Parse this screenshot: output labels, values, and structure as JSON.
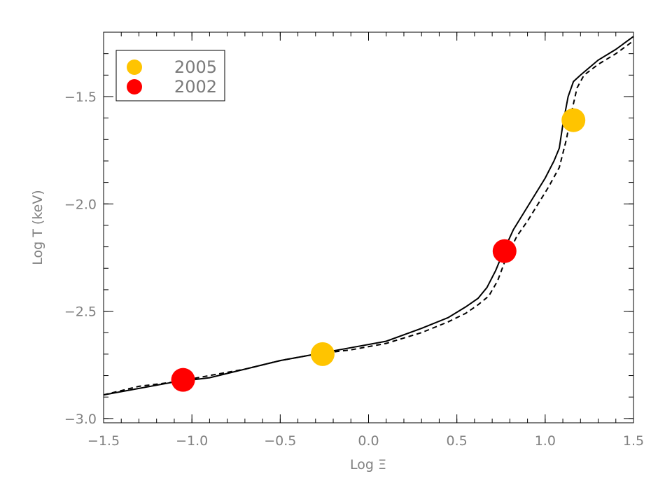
{
  "chart_data": {
    "type": "line",
    "xlabel": "Log Ξ",
    "ylabel": "Log T (keV)",
    "xlim": [
      -1.5,
      1.5
    ],
    "ylim": [
      -3.02,
      -1.2
    ],
    "xticks": [
      -1.5,
      -1.0,
      -0.5,
      0.0,
      0.5,
      1.0,
      1.5
    ],
    "xtick_labels": [
      "−1.5",
      "−1.0",
      "−0.5",
      "0.0",
      "0.5",
      "1.0",
      "1.5"
    ],
    "yticks": [
      -3.0,
      -2.5,
      -2.0,
      -1.5
    ],
    "ytick_labels": [
      "−3.0",
      "−2.5",
      "−2.0",
      "−1.5"
    ],
    "grid": false,
    "legend_position": "top-left",
    "series": [
      {
        "style": "solid",
        "color": "#000000",
        "x": [
          -1.5,
          -1.3,
          -1.1,
          -0.9,
          -0.7,
          -0.5,
          -0.3,
          -0.1,
          0.1,
          0.3,
          0.45,
          0.55,
          0.62,
          0.67,
          0.72,
          0.77,
          0.82,
          0.88,
          0.94,
          1.0,
          1.05,
          1.08,
          1.1,
          1.13,
          1.16,
          1.2,
          1.3,
          1.4,
          1.5
        ],
        "y": [
          -2.89,
          -2.86,
          -2.83,
          -2.81,
          -2.77,
          -2.73,
          -2.7,
          -2.67,
          -2.64,
          -2.58,
          -2.53,
          -2.48,
          -2.44,
          -2.39,
          -2.31,
          -2.21,
          -2.12,
          -2.04,
          -1.96,
          -1.88,
          -1.8,
          -1.74,
          -1.63,
          -1.5,
          -1.43,
          -1.4,
          -1.33,
          -1.28,
          -1.22
        ]
      },
      {
        "style": "dashed",
        "color": "#000000",
        "x": [
          -1.5,
          -1.3,
          -1.1,
          -0.9,
          -0.7,
          -0.5,
          -0.3,
          -0.1,
          0.1,
          0.3,
          0.45,
          0.55,
          0.62,
          0.68,
          0.73,
          0.78,
          0.84,
          0.9,
          0.96,
          1.02,
          1.08,
          1.12,
          1.15,
          1.18,
          1.22,
          1.3,
          1.4,
          1.5
        ],
        "y": [
          -2.89,
          -2.85,
          -2.83,
          -2.8,
          -2.77,
          -2.73,
          -2.7,
          -2.68,
          -2.65,
          -2.6,
          -2.55,
          -2.51,
          -2.47,
          -2.43,
          -2.36,
          -2.25,
          -2.15,
          -2.08,
          -2.0,
          -1.92,
          -1.83,
          -1.7,
          -1.57,
          -1.46,
          -1.4,
          -1.35,
          -1.3,
          -1.24
        ]
      }
    ],
    "points": [
      {
        "name": "2005",
        "color": "#ffc400",
        "x": -0.26,
        "y": -2.7
      },
      {
        "name": "2005",
        "color": "#ffc400",
        "x": 1.16,
        "y": -1.61
      },
      {
        "name": "2002",
        "color": "#ff0000",
        "x": -1.05,
        "y": -2.82
      },
      {
        "name": "2002",
        "color": "#ff0000",
        "x": 0.77,
        "y": -2.22
      }
    ],
    "legend": [
      {
        "label": "2005",
        "color": "#ffc400"
      },
      {
        "label": "2002",
        "color": "#ff0000"
      }
    ]
  }
}
